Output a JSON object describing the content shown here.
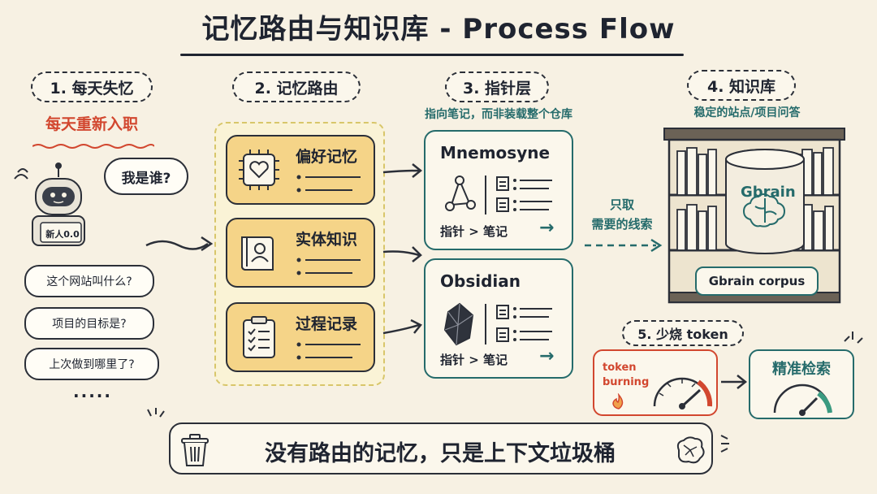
{
  "title": "记忆路由与知识库 - Process Flow",
  "step1": {
    "label": "1. 每天失忆",
    "highlight": "每天重新入职",
    "robot_badge": "新人0.0",
    "thought": "我是谁?",
    "questions": [
      "这个网站叫什么?",
      "项目的目标是?",
      "上次做到哪里了?"
    ],
    "ellipsis": "....."
  },
  "step2": {
    "label": "2. 记忆路由",
    "cards": [
      {
        "label": "偏好记忆",
        "icon": "chip-heart-icon"
      },
      {
        "label": "实体知识",
        "icon": "book-person-icon"
      },
      {
        "label": "过程记录",
        "icon": "clipboard-checklist-icon"
      }
    ]
  },
  "step3": {
    "label": "3. 指针层",
    "subtitle": "指向笔记，而非装载整个仓库",
    "cards": [
      {
        "name": "Mnemosyne",
        "footer": "指针 > 笔记",
        "icon": "graph-nodes-icon"
      },
      {
        "name": "Obsidian",
        "footer": "指针 > 笔记",
        "icon": "crystal-icon"
      }
    ],
    "transfer": [
      "只取",
      "需要的线索"
    ]
  },
  "step4": {
    "label": "4. 知识库",
    "subtitle": "稳定的站点/项目问答",
    "db_name": "Gbrain",
    "corpus": "Gbrain corpus"
  },
  "step5": {
    "label": "5. 少烧 token",
    "burning": [
      "token",
      "burning"
    ],
    "result": "精准检索"
  },
  "bottom": {
    "message": "没有路由的记忆，只是上下文垃圾桶"
  },
  "colors": {
    "background": "#f7f1e3",
    "teal": "#256b6b",
    "yellow": "#f5d488",
    "red": "#d2472f"
  }
}
